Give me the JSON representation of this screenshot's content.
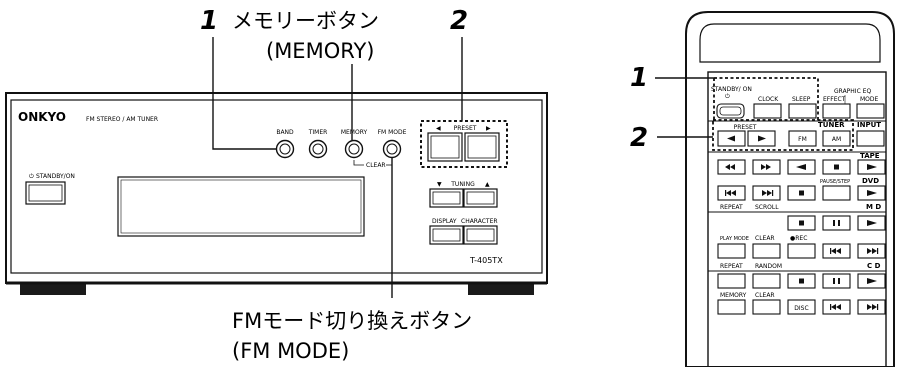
{
  "callouts": {
    "num1": "1",
    "num2": "2",
    "memory_jp": "メモリーボタン",
    "memory_en": "(MEMORY)",
    "fm_mode_jp": "FMモード切り換えボタン",
    "fm_mode_en": "(FM MODE)"
  },
  "tuner": {
    "brand": "ONKYO",
    "subtitle": "FM STEREO / AM  TUNER",
    "model": "T-405TX",
    "standby_label": "STANDBY/ON",
    "standby_symbol": "⏻",
    "band": "BAND",
    "timer": "TIMER",
    "memory": "MEMORY",
    "fm_mode": "FM  MODE",
    "clear": "CLEAR",
    "preset": "PRESET",
    "tuning": "TUNING",
    "display": "DISPLAY",
    "character": "CHARACTER",
    "arrow_left": "◀",
    "arrow_right": "▶",
    "arrow_down": "▼",
    "arrow_up": "▲"
  },
  "remote": {
    "standby_on": "STANDBY/ ON",
    "standby_symbol": "⏻",
    "clock": "CLOCK",
    "sleep": "SLEEP",
    "graphic_eq": "GRAPHIC EQ",
    "effect": "EFFECT",
    "mode": "MODE",
    "preset": "PRESET",
    "tuner": "TUNER",
    "input": "INPUT",
    "fm": "FM",
    "am": "AM",
    "tape": "TAPE",
    "pause_step": "PAUSE/STEP",
    "dvd": "DVD",
    "repeat": "REPEAT",
    "scroll": "SCROLL",
    "md": "M D",
    "play_mode": "PLAY MODE",
    "clear": "CLEAR",
    "rec": "●REC",
    "random": "RANDOM",
    "cd": "C D",
    "memory": "MEMORY",
    "disc": "DISC"
  }
}
